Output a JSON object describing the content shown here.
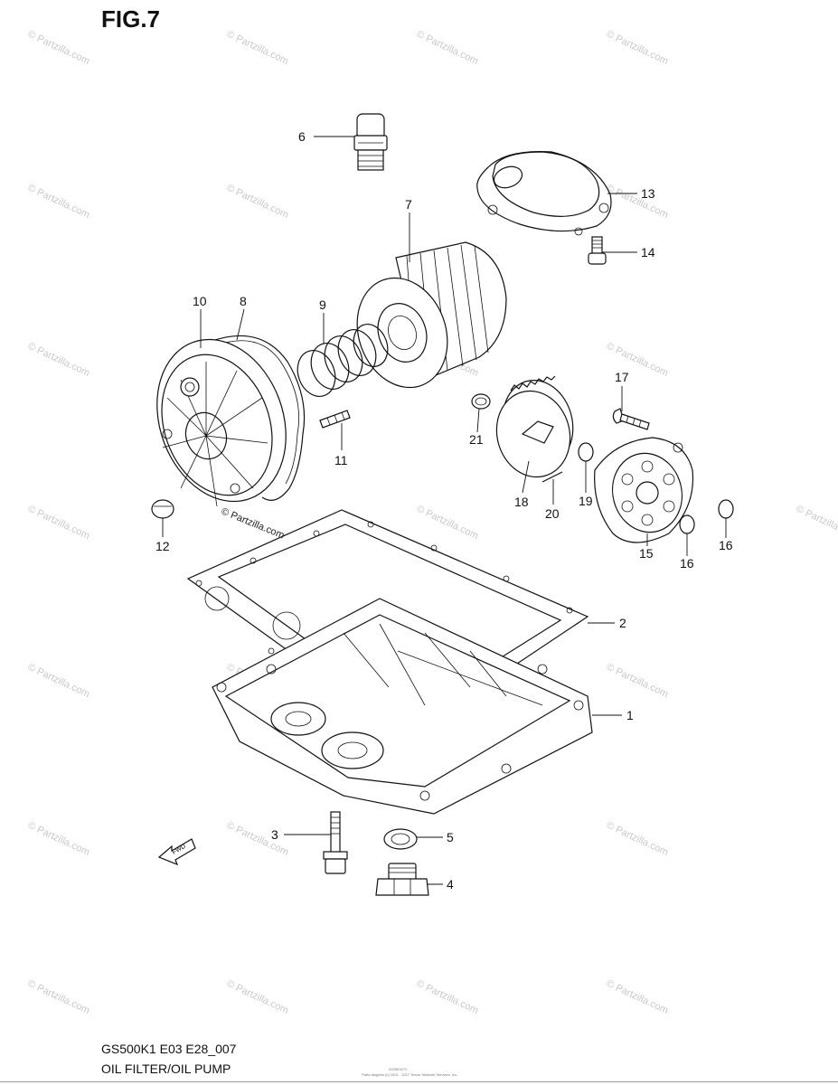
{
  "figure_label": "FIG.7",
  "footer": {
    "model_code": "GS500K1 E03 E28_007",
    "section_name": "OIL FILTER/OIL PUMP"
  },
  "fine_print": {
    "line1": "0205E0272",
    "line2": "Parts diagram (c) 2001 - 2017 Tecnic Network Services, Inc."
  },
  "copyright_mark": "© Partzilla.com",
  "watermark_text": "© Partzilla.com",
  "callouts": [
    {
      "id": "c1",
      "label": "1"
    },
    {
      "id": "c2",
      "label": "2"
    },
    {
      "id": "c3",
      "label": "3"
    },
    {
      "id": "c4",
      "label": "4"
    },
    {
      "id": "c5",
      "label": "5"
    },
    {
      "id": "c6",
      "label": "6"
    },
    {
      "id": "c7",
      "label": "7"
    },
    {
      "id": "c8",
      "label": "8"
    },
    {
      "id": "c9",
      "label": "9"
    },
    {
      "id": "c10",
      "label": "10"
    },
    {
      "id": "c11",
      "label": "11"
    },
    {
      "id": "c12",
      "label": "12"
    },
    {
      "id": "c13",
      "label": "13"
    },
    {
      "id": "c14",
      "label": "14"
    },
    {
      "id": "c15",
      "label": "15"
    },
    {
      "id": "c16a",
      "label": "16"
    },
    {
      "id": "c16b",
      "label": "16"
    },
    {
      "id": "c17",
      "label": "17"
    },
    {
      "id": "c18",
      "label": "18"
    },
    {
      "id": "c19",
      "label": "19"
    },
    {
      "id": "c20",
      "label": "20"
    },
    {
      "id": "c21",
      "label": "21"
    }
  ],
  "fwd_label": "FWD"
}
